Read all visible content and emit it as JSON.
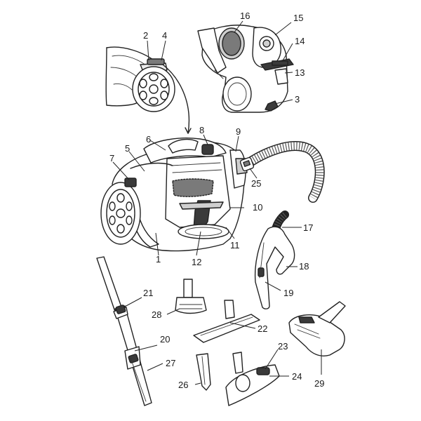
{
  "callouts": [
    {
      "id": "2",
      "text": "2"
    },
    {
      "id": "4",
      "text": "4"
    },
    {
      "id": "16",
      "text": "16"
    },
    {
      "id": "15",
      "text": "15"
    },
    {
      "id": "14",
      "text": "14"
    },
    {
      "id": "13",
      "text": "13"
    },
    {
      "id": "3",
      "text": "3"
    },
    {
      "id": "6",
      "text": "6"
    },
    {
      "id": "8",
      "text": "8"
    },
    {
      "id": "9",
      "text": "9"
    },
    {
      "id": "5",
      "text": "5"
    },
    {
      "id": "7",
      "text": "7"
    },
    {
      "id": "25",
      "text": "25"
    },
    {
      "id": "10",
      "text": "10"
    },
    {
      "id": "17",
      "text": "17"
    },
    {
      "id": "11",
      "text": "11"
    },
    {
      "id": "1",
      "text": "1"
    },
    {
      "id": "12",
      "text": "12"
    },
    {
      "id": "18",
      "text": "18"
    },
    {
      "id": "19",
      "text": "19"
    },
    {
      "id": "21",
      "text": "21"
    },
    {
      "id": "28",
      "text": "28"
    },
    {
      "id": "22",
      "text": "22"
    },
    {
      "id": "20",
      "text": "20"
    },
    {
      "id": "23",
      "text": "23"
    },
    {
      "id": "27",
      "text": "27"
    },
    {
      "id": "24",
      "text": "24"
    },
    {
      "id": "26",
      "text": "26"
    },
    {
      "id": "29",
      "text": "29"
    }
  ],
  "colors": {
    "line": "#222222",
    "background": "#ffffff"
  }
}
